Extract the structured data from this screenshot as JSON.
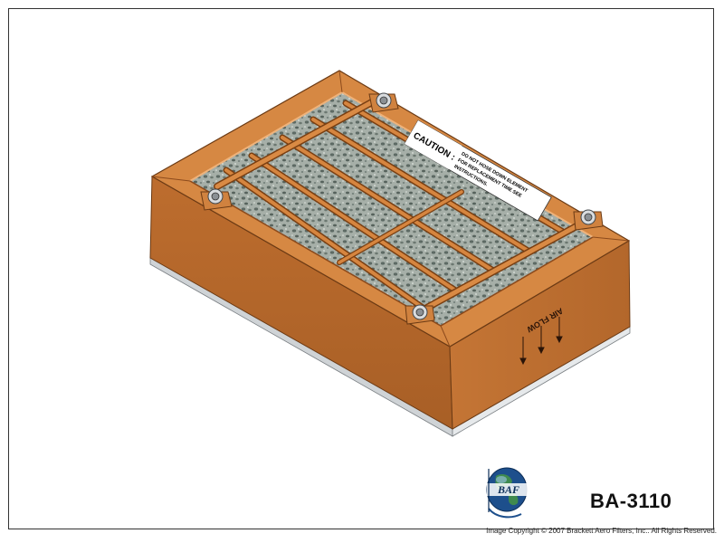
{
  "product": {
    "part_number": "BA-3110",
    "caution_title": "CAUTION :",
    "caution_line1": "DO NOT HOSE DOWN ELEMENT",
    "caution_line2": "FOR REPLACEMENT TIME SEE",
    "caution_line3": "INSTRUCTIONS.",
    "airflow_label": "AIR FLOW"
  },
  "logo": {
    "text": "BAF"
  },
  "footer": {
    "copyright": "Image Copyright © 2007 Brackett Aero Filters, Inc.. All Rights Reserved."
  },
  "colors": {
    "frame_top": "#d4843f",
    "frame_front": "#b6682c",
    "frame_side": "#c57634",
    "foam": "#a3aca5",
    "rod": "#cf7a3a",
    "accent": "#1d4f8c"
  }
}
